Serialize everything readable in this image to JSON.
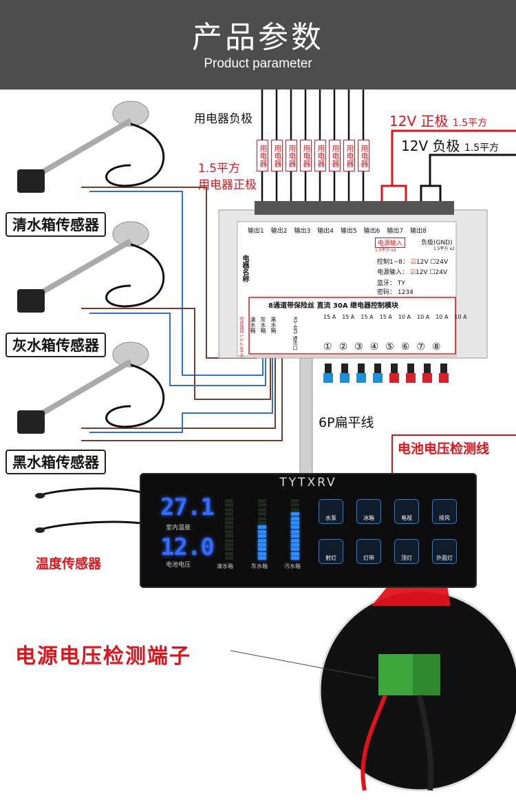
{
  "header": {
    "title": "产品参数",
    "subtitle": "Product parameter"
  },
  "sensors": [
    {
      "label": "清水箱传感器"
    },
    {
      "label": "灰水箱传感器"
    },
    {
      "label": "黑水箱传感器"
    }
  ],
  "labels": {
    "load_negative": "用电器负极",
    "wire_gauge_1": "1.5平方",
    "load_positive": "用电器正极",
    "pos_12v": "12V 正极",
    "pos_12v_gauge": "1.5平方",
    "neg_12v": "12V 负极",
    "neg_12v_gauge": "1.5平方",
    "ribbon": "6P扁平线",
    "battery_line": "电池电压检测线",
    "temp_sensor": "温度传感器",
    "terminal": "电源电压检测端子"
  },
  "output_chip_text": "用电器",
  "module": {
    "outputs": [
      "输出1",
      "输出2",
      "输出3",
      "输出4",
      "输出5",
      "输出6",
      "输出7",
      "输出8"
    ],
    "name_label": "电器名称",
    "power_input": "电源输入",
    "power_gauge": "1.5平方 x2",
    "neg_label": "负极(GND)",
    "neg_gauge": "1.5平方 x2",
    "control_label": "控制1~8：",
    "input_label": "电源输入：",
    "opt_12v": "12V",
    "opt_24v": "24V",
    "bt_label": "蓝牙：",
    "bt_value": "TY",
    "pwd_label": "密码：",
    "pwd_value": "1234",
    "title": "8通道带保险丝 直流 30A 继电器控制模块",
    "fuses": [
      "15 A",
      "15 A",
      "15 A",
      "15 A",
      "10 A",
      "10 A",
      "10 A",
      "10 A"
    ],
    "numbers": [
      "①",
      "②",
      "③",
      "④",
      "⑤",
      "⑥",
      "⑦",
      "⑧"
    ],
    "sensor_cols": [
      "清水箱",
      "灰水箱",
      "黑水箱"
    ],
    "rs485": "RS-485 通讯口",
    "side_note": "传感器线 1.5-2.0平方"
  },
  "panel": {
    "brand": "TYTXRV",
    "temp_value": "27.1",
    "temp_label": "室内温度",
    "volt_value": "12.0",
    "volt_label": "电池电压",
    "tanks": [
      {
        "label": "清水箱",
        "level": 0.0
      },
      {
        "label": "灰水箱",
        "level": 0.55
      },
      {
        "label": "污水箱",
        "level": 0.75
      }
    ],
    "buttons": [
      "水泵",
      "冰箱",
      "电视",
      "排风",
      "射灯",
      "灯带",
      "顶灯",
      "外面灯"
    ]
  },
  "colors": {
    "accent_red": "#e0131a",
    "panel_blue": "#2f6cff",
    "header_bg": "#4d4d4d"
  }
}
